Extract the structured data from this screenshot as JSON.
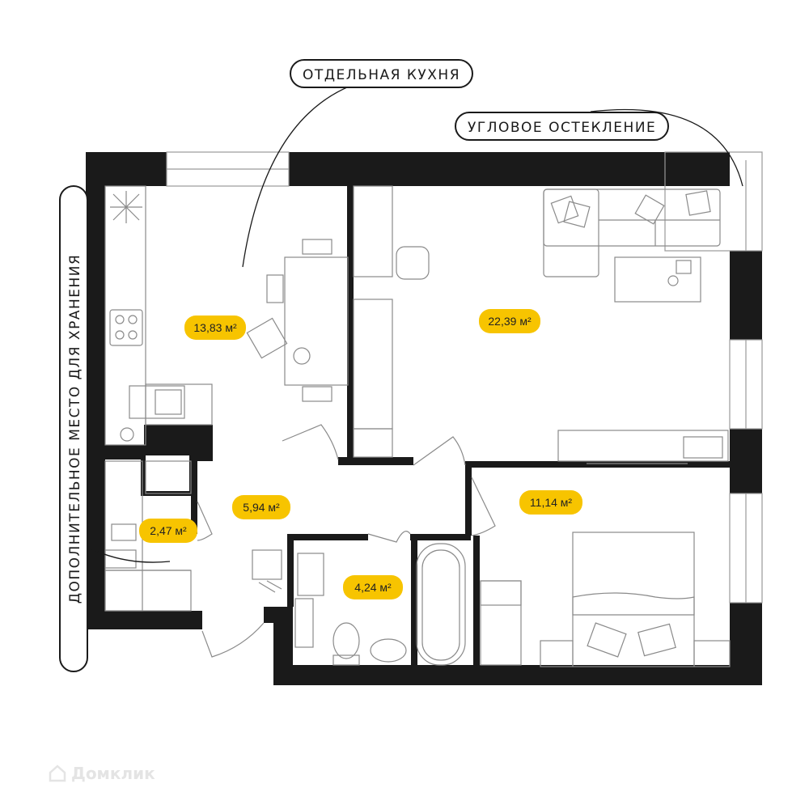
{
  "callouts": {
    "separate_kitchen": "ОТДЕЛЬНАЯ КУХНЯ",
    "corner_glazing": "УГЛОВОЕ ОСТЕКЛЕНИЕ",
    "extra_storage": "ДОПОЛНИТЕЛЬНОЕ МЕСТО ДЛЯ ХРАНЕНИЯ"
  },
  "rooms": {
    "kitchen": "13,83 м²",
    "living": "22,39 м²",
    "hall": "5,94 м²",
    "storage": "2,47 м²",
    "bathroom": "4,24 м²",
    "bedroom": "11,14 м²"
  },
  "watermark": "Домклик",
  "colors": {
    "wall": "#1a1a1a",
    "badge": "#f7c400",
    "line": "#8a8a8a"
  }
}
